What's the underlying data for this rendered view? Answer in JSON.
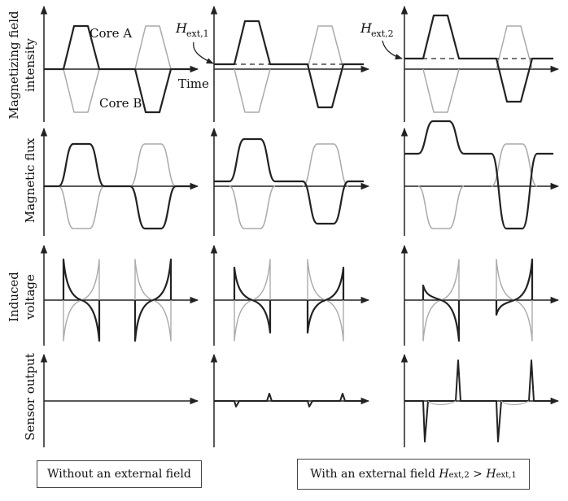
{
  "row_labels": {
    "magnetizing": [
      "Magnetizing field",
      "intensity"
    ],
    "flux": "Magnetic flux",
    "voltage": [
      "Induced",
      "voltage"
    ],
    "output": "Sensor output"
  },
  "annotations": {
    "core_a": "Core A",
    "core_b": "Core B",
    "time": "Time",
    "hext1": {
      "main": "H",
      "sub": "ext,1"
    },
    "hext2": {
      "main": "H",
      "sub": "ext,2"
    }
  },
  "captions": {
    "left": "Without an external field",
    "right": {
      "prefix": "With an external field ",
      "h2_main": "H",
      "h2_sub": "ext,2",
      "gt": " > ",
      "h1_main": "H",
      "h1_sub": "ext,1"
    }
  },
  "colors": {
    "core_a": "#222222",
    "core_b": "#aaaaaa",
    "axis": "#222222",
    "reference_dashed": "#222222"
  }
}
